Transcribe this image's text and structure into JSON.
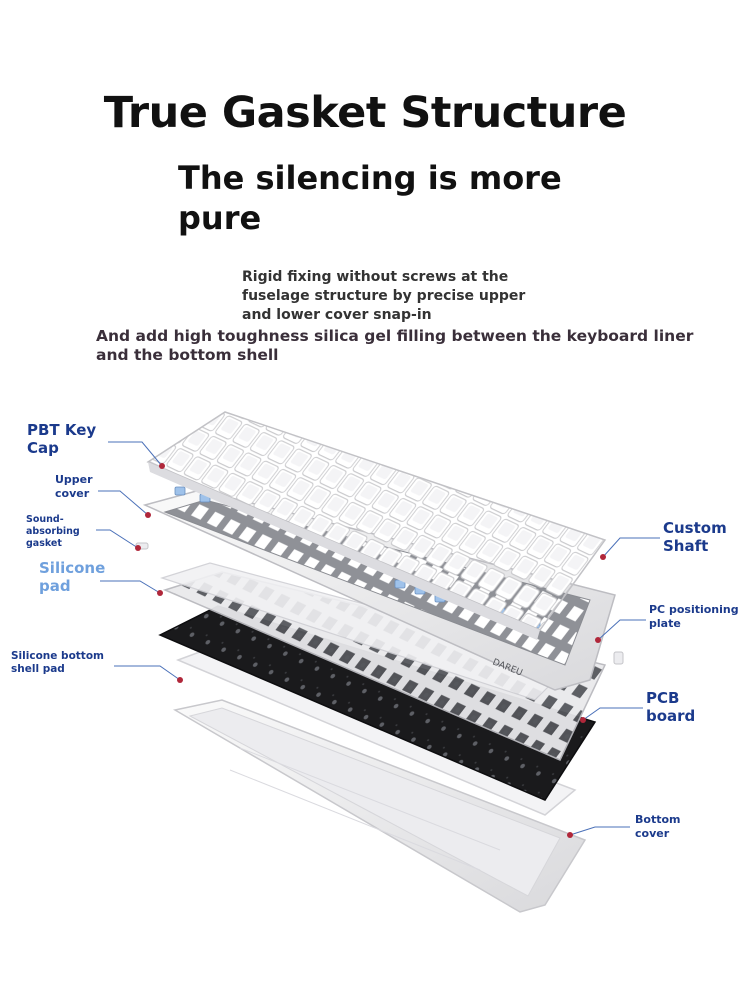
{
  "heading": {
    "title": "True Gasket Structure",
    "subtitle": "The silencing is more pure"
  },
  "description": {
    "line1": "Rigid fixing without screws at the fuselage structure by precise upper and lower cover snap-in",
    "line2": "And add high toughness silica gel filling between the keyboard liner and the bottom shell"
  },
  "labels": {
    "keycap": "PBT Key Cap",
    "upper_cover": "Upper cover",
    "gasket": "Sound-absorbing gasket",
    "silicone_pad": "Silicone pad",
    "bottom_shell_pad": "Silicone bottom shell pad",
    "custom_shaft": "Custom Shaft",
    "pc_plate": "PC positioning plate",
    "pcb_board": "PCB board",
    "bottom_cover": "Bottom cover"
  },
  "brand_mark": "DAREU",
  "colors": {
    "label_blue": "#1b3a8c",
    "label_light_blue": "#6fa0dd",
    "marker_red": "#b0273a",
    "leader_line": "#4a70b8"
  }
}
